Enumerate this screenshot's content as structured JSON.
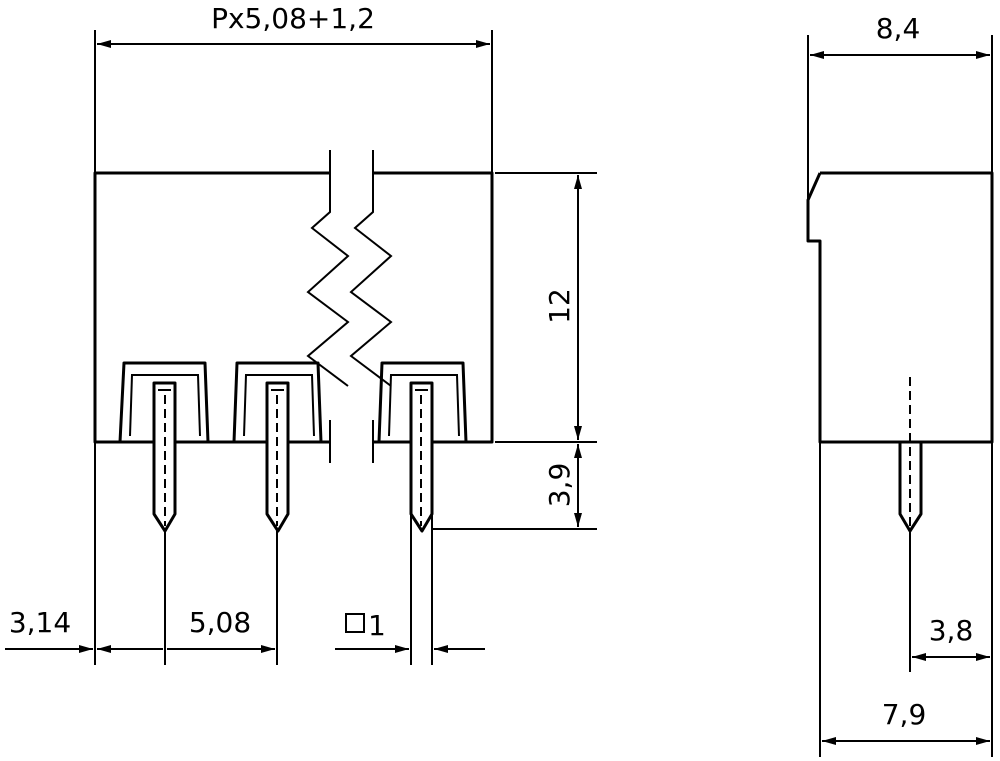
{
  "drawing": {
    "front_view": {
      "dimensions": {
        "total_width": "Px5,08+1,2",
        "height": "12",
        "pin_length": "3,9",
        "edge_offset": "3,14",
        "pitch": "5,08",
        "pin_square_label": "1"
      }
    },
    "side_view": {
      "dimensions": {
        "top_depth": "8,4",
        "pin_offset": "3,8",
        "bottom_depth": "7,9"
      }
    }
  }
}
